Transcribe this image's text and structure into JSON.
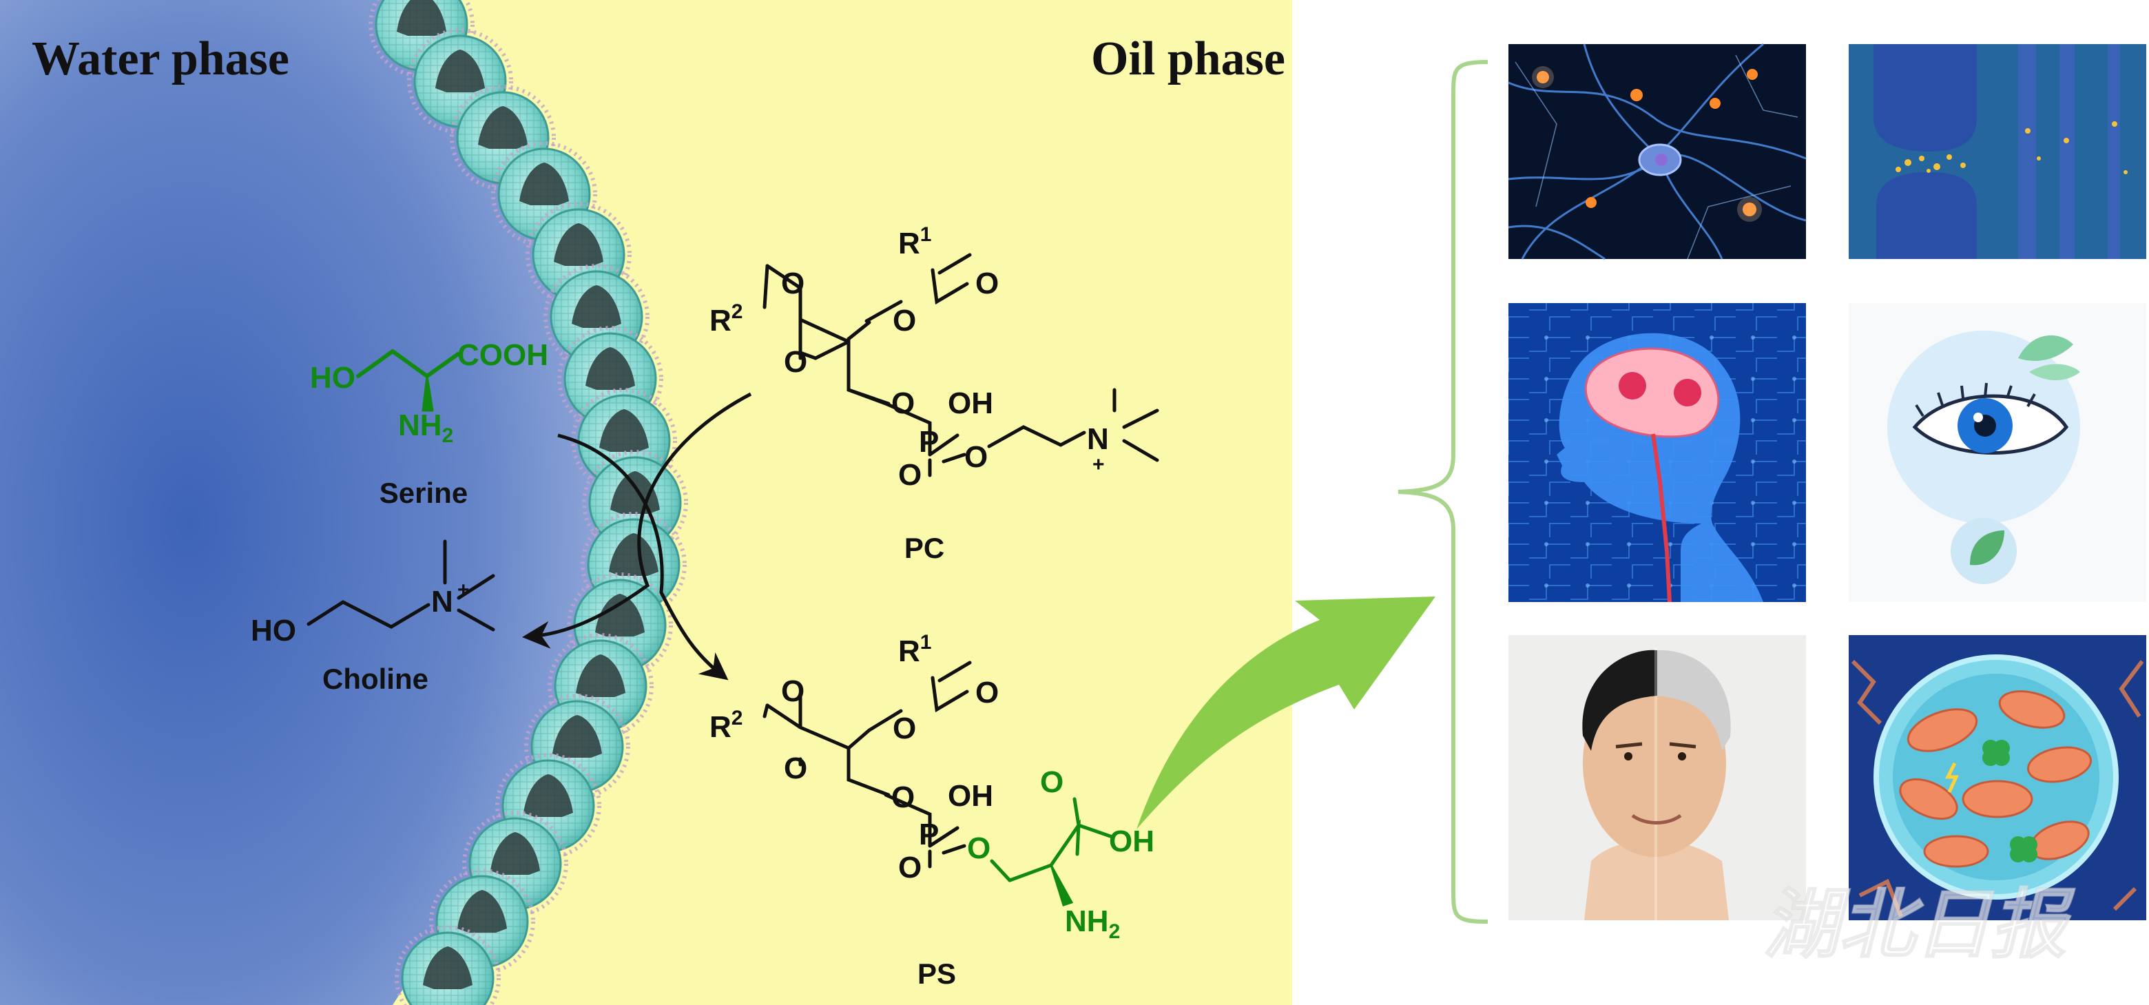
{
  "phases": {
    "water": "Water phase",
    "oil": "Oil phase"
  },
  "molecules": {
    "serine": {
      "name": "Serine",
      "ho": "HO",
      "cooh": "COOH",
      "nh2": "NH2"
    },
    "choline": {
      "name": "Choline",
      "ho": "HO",
      "n": "N",
      "plus": "+"
    },
    "pc": {
      "name": "PC",
      "r1": "R1",
      "r2": "R2",
      "oh": "OH",
      "p": "P",
      "n": "N",
      "plus": "+"
    },
    "ps": {
      "name": "PS",
      "r1": "R1",
      "r2": "R2",
      "oh": "OH",
      "p": "P",
      "nh2": "NH2"
    }
  },
  "watermark": "湖北日报",
  "colors": {
    "water_center": "#3e64b7",
    "water_edge": "#b3c4e6",
    "oil": "#fbf9ac",
    "green_text": "#128a12",
    "arrow_green": "#8ccc4b",
    "bracket": "#a9d48b"
  },
  "panels": [
    {
      "name": "neural-network-panel",
      "icon": "neurons-image"
    },
    {
      "name": "synapse-panel",
      "icon": "synapse-image"
    },
    {
      "name": "brain-panel",
      "icon": "brain-head-image"
    },
    {
      "name": "eye-panel",
      "icon": "eye-image"
    },
    {
      "name": "aging-face-panel",
      "icon": "face-image"
    },
    {
      "name": "mitochondria-panel",
      "icon": "mitochondria-cell-image"
    }
  ]
}
